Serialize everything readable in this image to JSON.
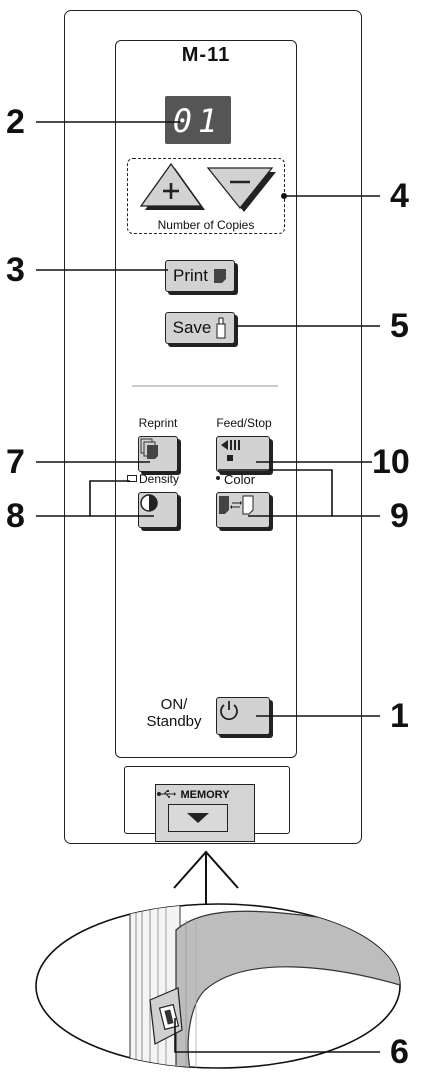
{
  "device": {
    "model": "M-11",
    "copies_display": "01"
  },
  "copies_group": {
    "caption": "Number of Copies",
    "plus_icon": "plus-icon",
    "minus_icon": "minus-icon"
  },
  "buttons": {
    "print": "Print",
    "save": "Save",
    "reprint_label": "Reprint",
    "feed_stop_label": "Feed/Stop",
    "density_label": "Density",
    "color_label": "Color",
    "on_standby_label_1": "ON/",
    "on_standby_label_2": "Standby"
  },
  "memory": {
    "label": "MEMORY"
  },
  "callouts": {
    "c1": "1",
    "c2": "2",
    "c3": "3",
    "c4": "4",
    "c5": "5",
    "c6": "6",
    "c7": "7",
    "c8": "8",
    "c9": "9",
    "c10": "10"
  }
}
